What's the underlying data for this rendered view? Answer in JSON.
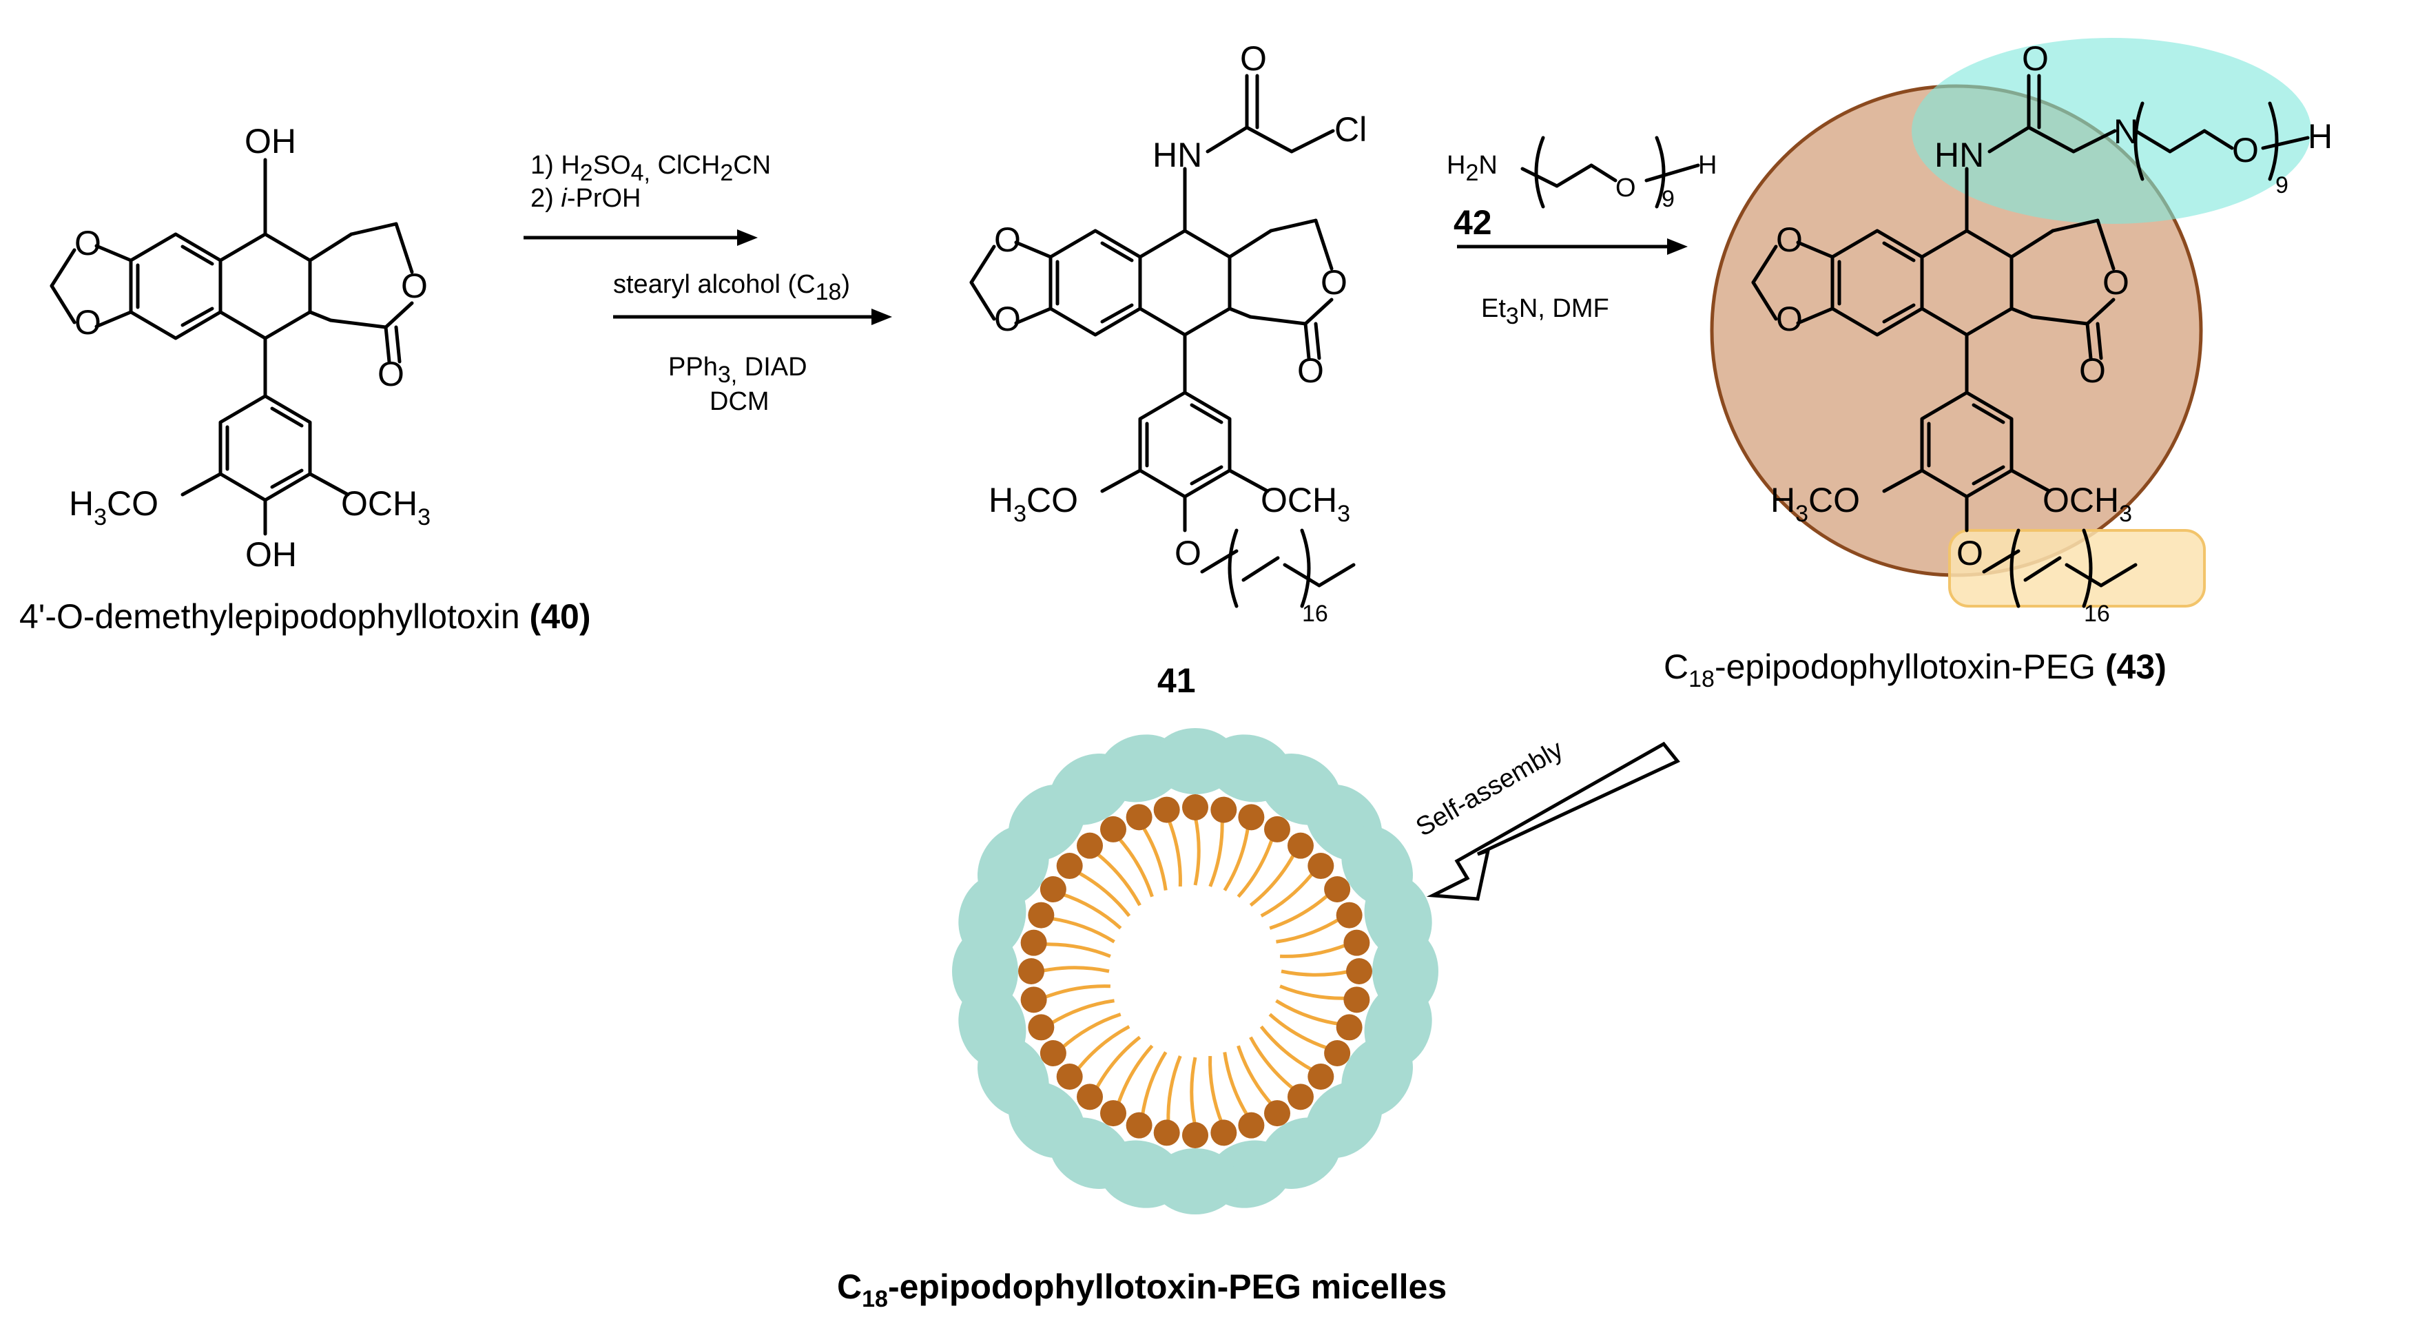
{
  "compounds": {
    "c40": {
      "name": "4'-O-demethylepipodophyllotoxin",
      "label": "(40)"
    },
    "c41": {
      "label": "41"
    },
    "c43": {
      "name_pre": "C",
      "name_sub": "18",
      "name_post": "-epipodophyllotoxin-PEG",
      "label": "(43)"
    },
    "c42": {
      "label": "42"
    }
  },
  "atoms": {
    "oh": "OH",
    "o": "O",
    "hn": "HN",
    "cl": "Cl",
    "n": "N",
    "h": "H",
    "h2n": "H",
    "h2n_sub": "2",
    "h2n_n": "N",
    "h3co": "H",
    "h3co_sub": "3",
    "h3co_rest": "CO",
    "och3": "OCH",
    "och3_sub": "3",
    "count_9": "9",
    "count_16": "16"
  },
  "reagents": {
    "step1_line1_pre": "1) H",
    "step1_line1_sub1": "2",
    "step1_line1_mid": "SO",
    "step1_line1_sub2": "4,",
    "step1_line1_mid2": " ClCH",
    "step1_line1_sub3": "2",
    "step1_line1_post": "CN",
    "step1_line2_pre": "2) ",
    "step1_line2_italic": "i",
    "step1_line2_post": "-PrOH",
    "step2_top_pre": "stearyl alcohol (C",
    "step2_top_sub": "18",
    "step2_top_post": ")",
    "step2_bottom1_pre": "PPh",
    "step2_bottom1_sub": "3,",
    "step2_bottom1_post": " DIAD",
    "step2_bottom2": "DCM",
    "step3_pre": "Et",
    "step3_sub": "3",
    "step3_post": "N, DMF",
    "self_assembly": "Self-assembly"
  },
  "micelle": {
    "caption_pre": "C",
    "caption_sub": "18",
    "caption_post": "-epipodophyllotoxin-PEG micelles",
    "shell_color": "#a8dbd2",
    "head_color": "#b5651d",
    "tail_color": "#f2a93b"
  },
  "highlights": {
    "core_color": "#c98a5e",
    "peg_color": "#7fe8dc",
    "alkyl_color": "#fbe3b0"
  }
}
